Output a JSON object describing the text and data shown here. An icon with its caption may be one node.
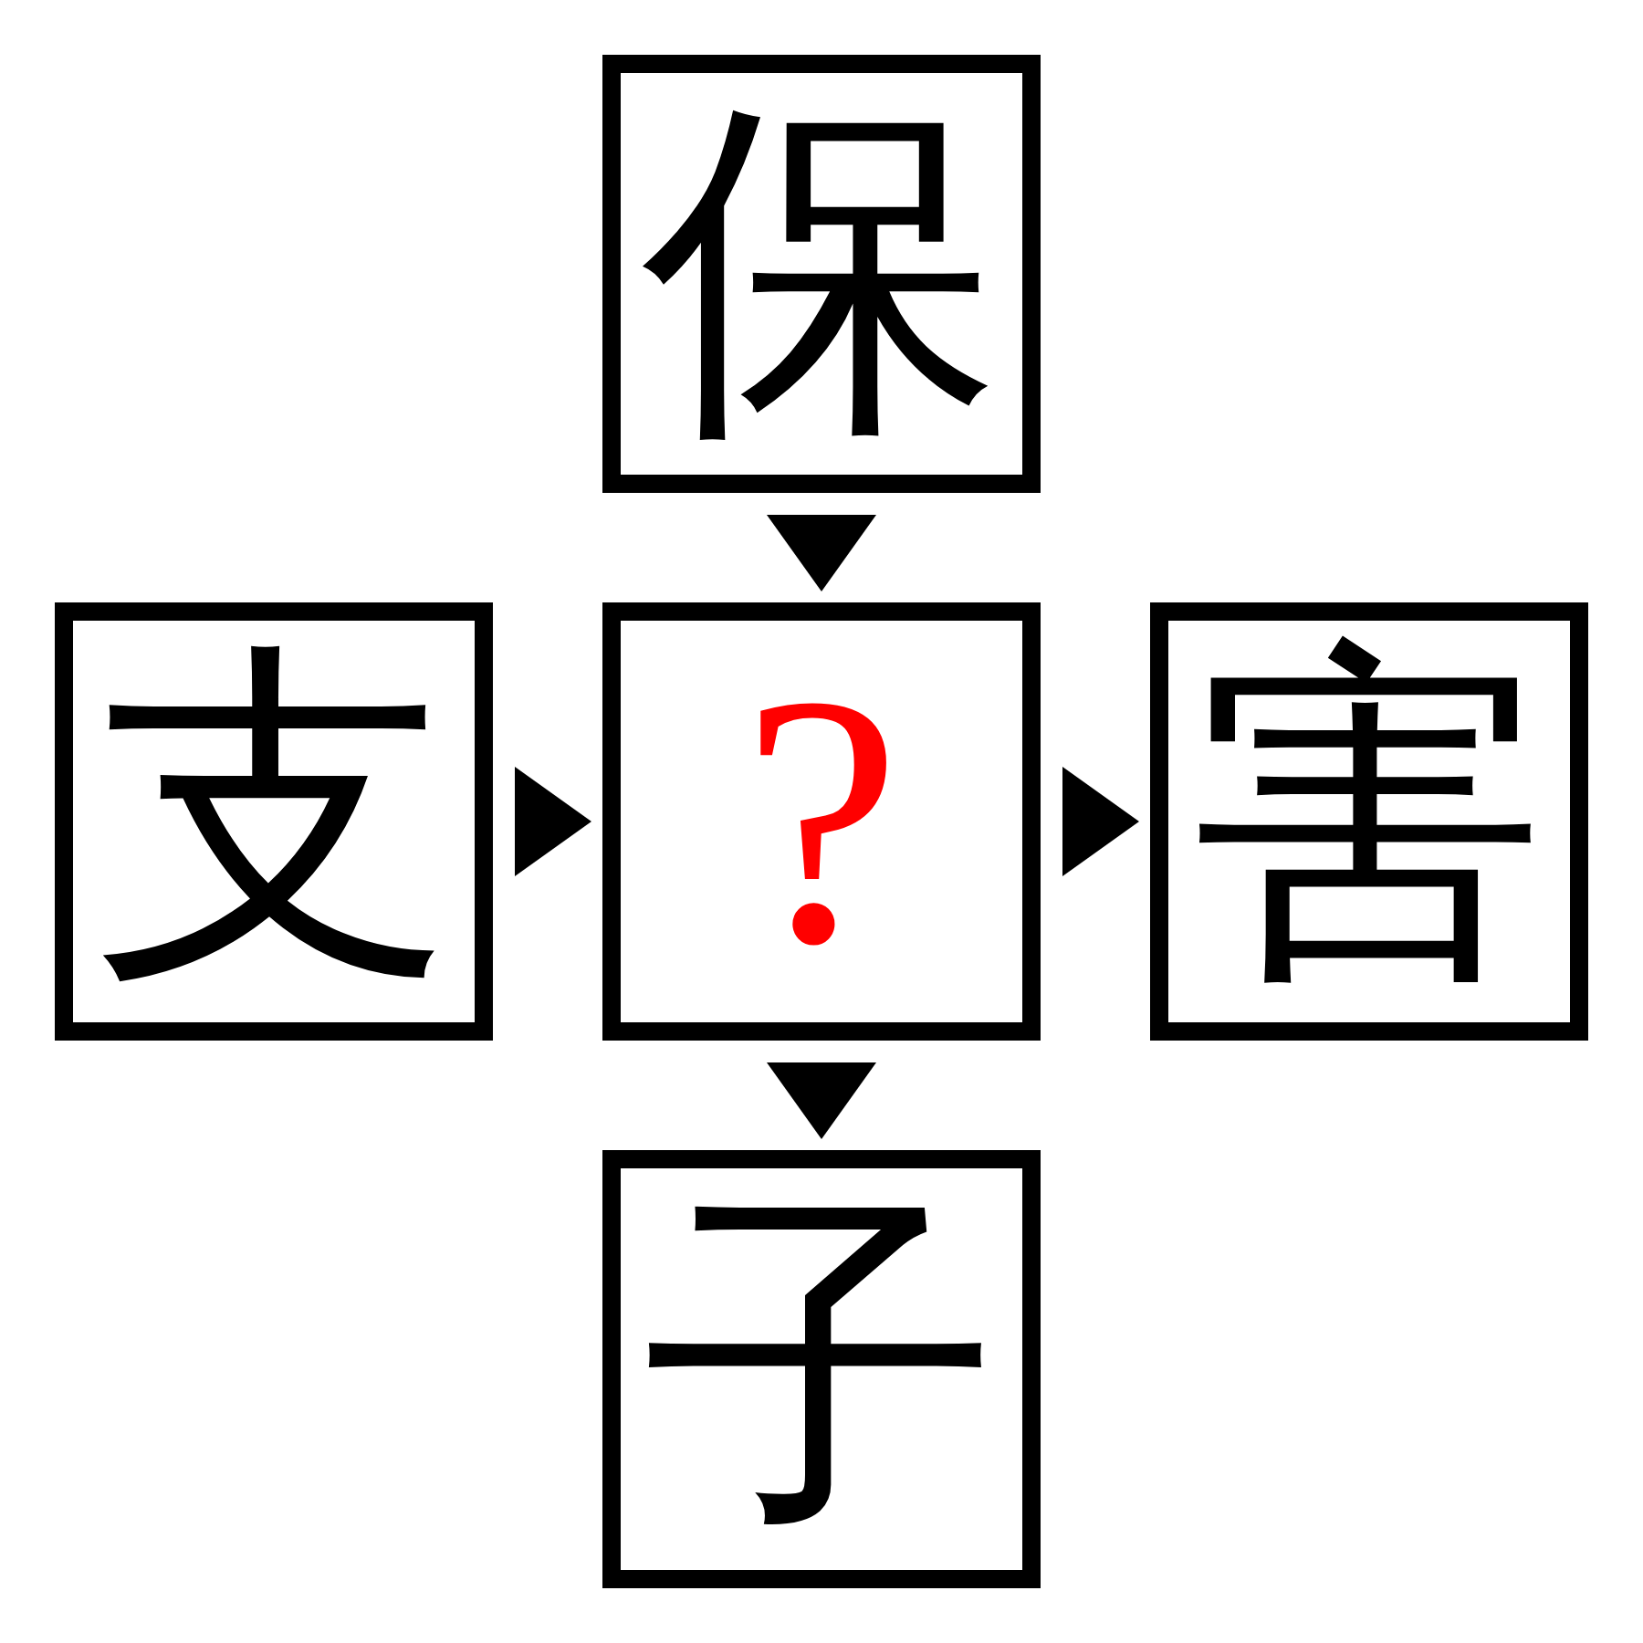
{
  "diagram": {
    "nodes": [
      {
        "text": [
          "保"
        ]
      },
      {
        "text": [
          "支"
        ]
      },
      {
        "text": [
          "?"
        ]
      },
      {
        "text": [
          "害"
        ]
      },
      {
        "text": [
          "子"
        ]
      }
    ],
    "edges": [
      {
        "from": 0,
        "to": 2,
        "arrow": "to"
      },
      {
        "from": 1,
        "to": 2,
        "arrow": "to"
      },
      {
        "from": 2,
        "to": 3,
        "arrow": "to"
      },
      {
        "from": 2,
        "to": 4,
        "arrow": "to"
      }
    ]
  }
}
